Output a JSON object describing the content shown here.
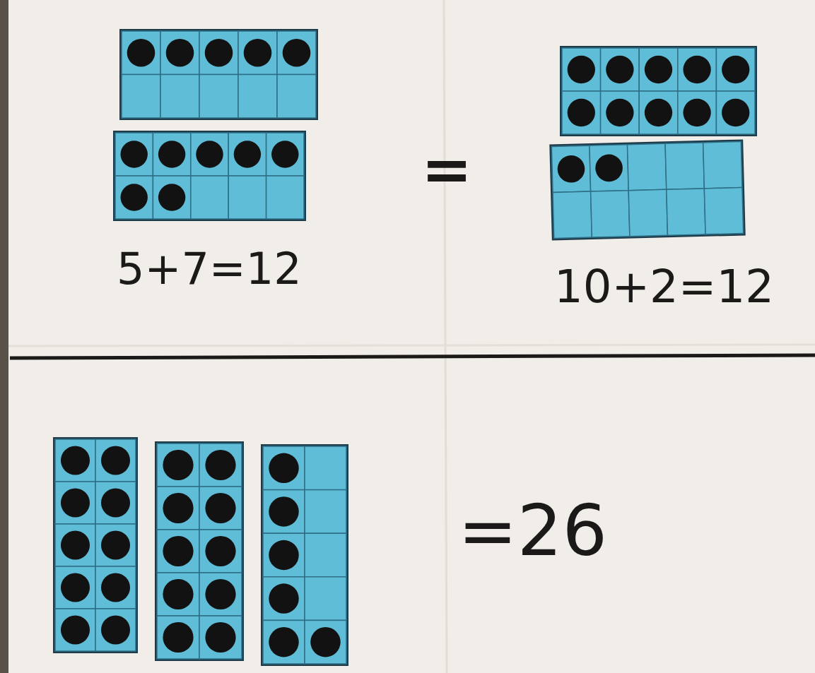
{
  "diagram": {
    "labels": [
      "=",
      "5+7=12",
      "10+2=12",
      "=26"
    ]
  }
}
